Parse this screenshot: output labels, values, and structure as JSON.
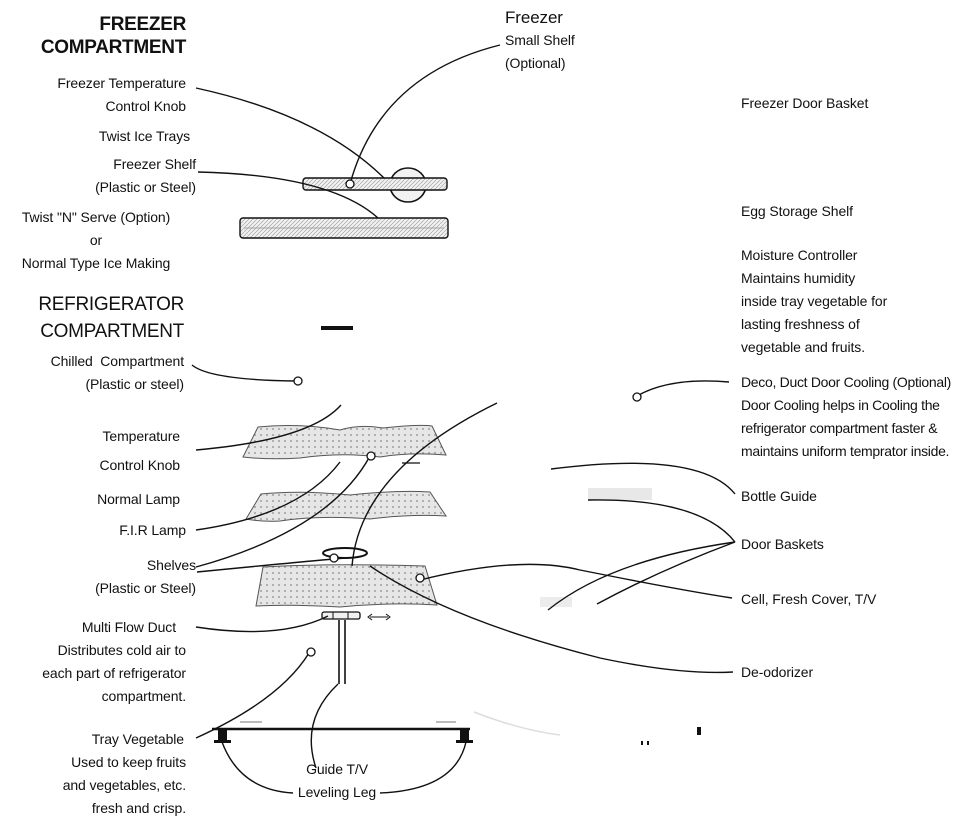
{
  "headings": {
    "freezer_compartment": [
      "FREEZER",
      "COMPARTMENT"
    ],
    "refrigerator_compartment": [
      "REFRIGERATOR",
      "COMPARTMENT"
    ]
  },
  "left_labels": {
    "freezer_temp_knob": [
      "Freezer Temperature",
      "Control Knob"
    ],
    "twist_ice_trays": [
      "Twist Ice Trays"
    ],
    "freezer_shelf": [
      "Freezer Shelf",
      "(Plastic or Steel)"
    ],
    "ice_making": [
      "Twist \"N\" Serve (Option)",
      "or",
      "Normal Type Ice Making"
    ],
    "chilled_compartment": [
      "Chilled  Compartment",
      "(Plastic or steel)"
    ],
    "temp_knob": [
      "Temperature",
      "Control Knob"
    ],
    "normal_lamp": [
      "Normal Lamp"
    ],
    "fir_lamp": [
      "F.I.R Lamp"
    ],
    "shelves": [
      "Shelves",
      "(Plastic or Steel)"
    ],
    "multi_flow_duct": [
      "Multi Flow Duct",
      "Distributes cold air to",
      "each part of refrigerator",
      "compartment."
    ],
    "tray_vegetable": [
      "Tray Vegetable",
      "Used to keep fruits",
      "and vegetables, etc.",
      "fresh and crisp."
    ]
  },
  "top_labels": {
    "freezer_small_shelf": [
      "Freezer",
      "Small Shelf",
      "(Optional)"
    ]
  },
  "bottom_labels": {
    "guide_leveling": [
      "Guide T/V",
      "Leveling Leg"
    ]
  },
  "right_labels": {
    "freezer_door_basket": [
      "Freezer Door Basket"
    ],
    "egg_storage_shelf": [
      "Egg Storage Shelf"
    ],
    "moisture_controller": [
      "Moisture Controller",
      "Maintains humidity",
      "inside tray vegetable for",
      "lasting freshness of",
      "vegetable and fruits."
    ],
    "deco_duct": [
      "Deco, Duct Door Cooling (Optional)",
      "Door Cooling helps in Cooling the",
      "refrigerator compartment faster &",
      "maintains uniform temprator inside."
    ],
    "bottle_guide": [
      "Bottle Guide"
    ],
    "door_baskets": [
      "Door Baskets"
    ],
    "cell_fresh_cover": [
      "Cell, Fresh Cover, T/V"
    ],
    "deodorizer": [
      "De-odorizer"
    ]
  }
}
